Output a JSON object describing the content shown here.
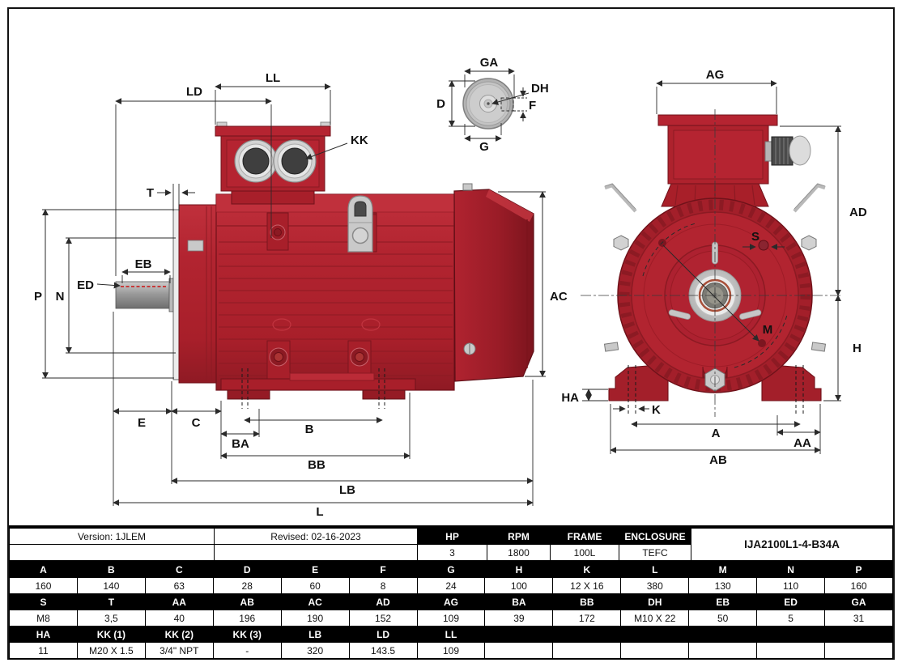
{
  "drawing": {
    "description": "Electric motor dimensional drawing, three views: side view, shaft end detail, front view",
    "colors": {
      "motor_red": "#b22430",
      "motor_red_light": "#c0303c",
      "motor_red_dark": "#8c1a23",
      "cowl_dark": "#7c141d",
      "metal_gray": "#c9c9c9",
      "shaft_gray": "#9a9a9a",
      "dim_line": "#2a2a2a"
    }
  },
  "dims": {
    "ll": "LL",
    "ld": "LD",
    "kk": "KK",
    "t": "T",
    "eb": "EB",
    "ed": "ED",
    "p": "P",
    "n": "N",
    "e": "E",
    "c": "C",
    "ba": "BA",
    "b": "B",
    "bb": "BB",
    "lb": "LB",
    "l": "L",
    "ac": "AC",
    "ga": "GA",
    "d": "D",
    "dh": "DH",
    "f": "F",
    "g": "G",
    "ag": "AG",
    "ad": "AD",
    "s": "S",
    "m": "M",
    "h": "H",
    "ha": "HA",
    "k": "K",
    "a": "A",
    "aa": "AA",
    "ab": "AB"
  },
  "table": {
    "info": {
      "version_label": "Version: 1JLEM",
      "revised_label": "Revised: 02-16-2023",
      "spec_headers": [
        "HP",
        "RPM",
        "FRAME",
        "ENCLOSURE"
      ],
      "spec_values": [
        "3",
        "1800",
        "100L",
        "TEFC"
      ],
      "part_number": "IJA2100L1-4-B34A"
    },
    "dim_rows": [
      {
        "headers": [
          "A",
          "B",
          "C",
          "D",
          "E",
          "F",
          "G",
          "H",
          "K",
          "L",
          "M",
          "N",
          "P"
        ],
        "values": [
          "160",
          "140",
          "63",
          "28",
          "60",
          "8",
          "24",
          "100",
          "12 X 16",
          "380",
          "130",
          "110",
          "160"
        ]
      },
      {
        "headers": [
          "S",
          "T",
          "AA",
          "AB",
          "AC",
          "AD",
          "AG",
          "BA",
          "BB",
          "DH",
          "EB",
          "ED",
          "GA"
        ],
        "values": [
          "M8",
          "3,5",
          "40",
          "196",
          "190",
          "152",
          "109",
          "39",
          "172",
          "M10 X 22",
          "50",
          "5",
          "31"
        ]
      },
      {
        "headers": [
          "HA",
          "KK (1)",
          "KK (2)",
          "KK (3)",
          "LB",
          "LD",
          "LL",
          "",
          "",
          "",
          "",
          "",
          ""
        ],
        "values": [
          "11",
          "M20 X 1.5",
          "3/4\" NPT",
          "-",
          "320",
          "143.5",
          "109",
          "",
          "",
          "",
          "",
          "",
          ""
        ]
      }
    ]
  }
}
